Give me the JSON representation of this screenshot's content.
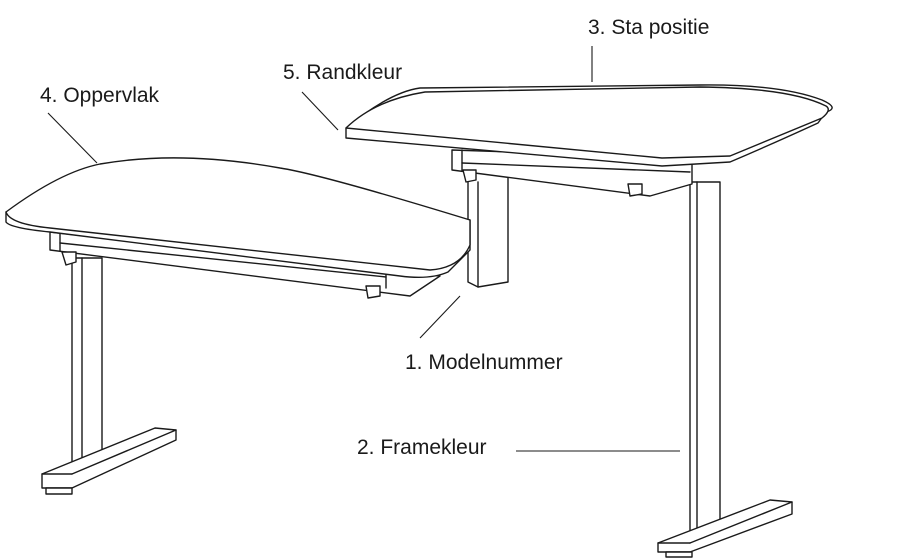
{
  "labels": {
    "oppervlak": "4. Oppervlak",
    "randkleur": "5. Randkleur",
    "sta_positie": "3. Sta positie",
    "modelnummer": "1. Modelnummer",
    "framekleur": "2. Framekleur"
  }
}
